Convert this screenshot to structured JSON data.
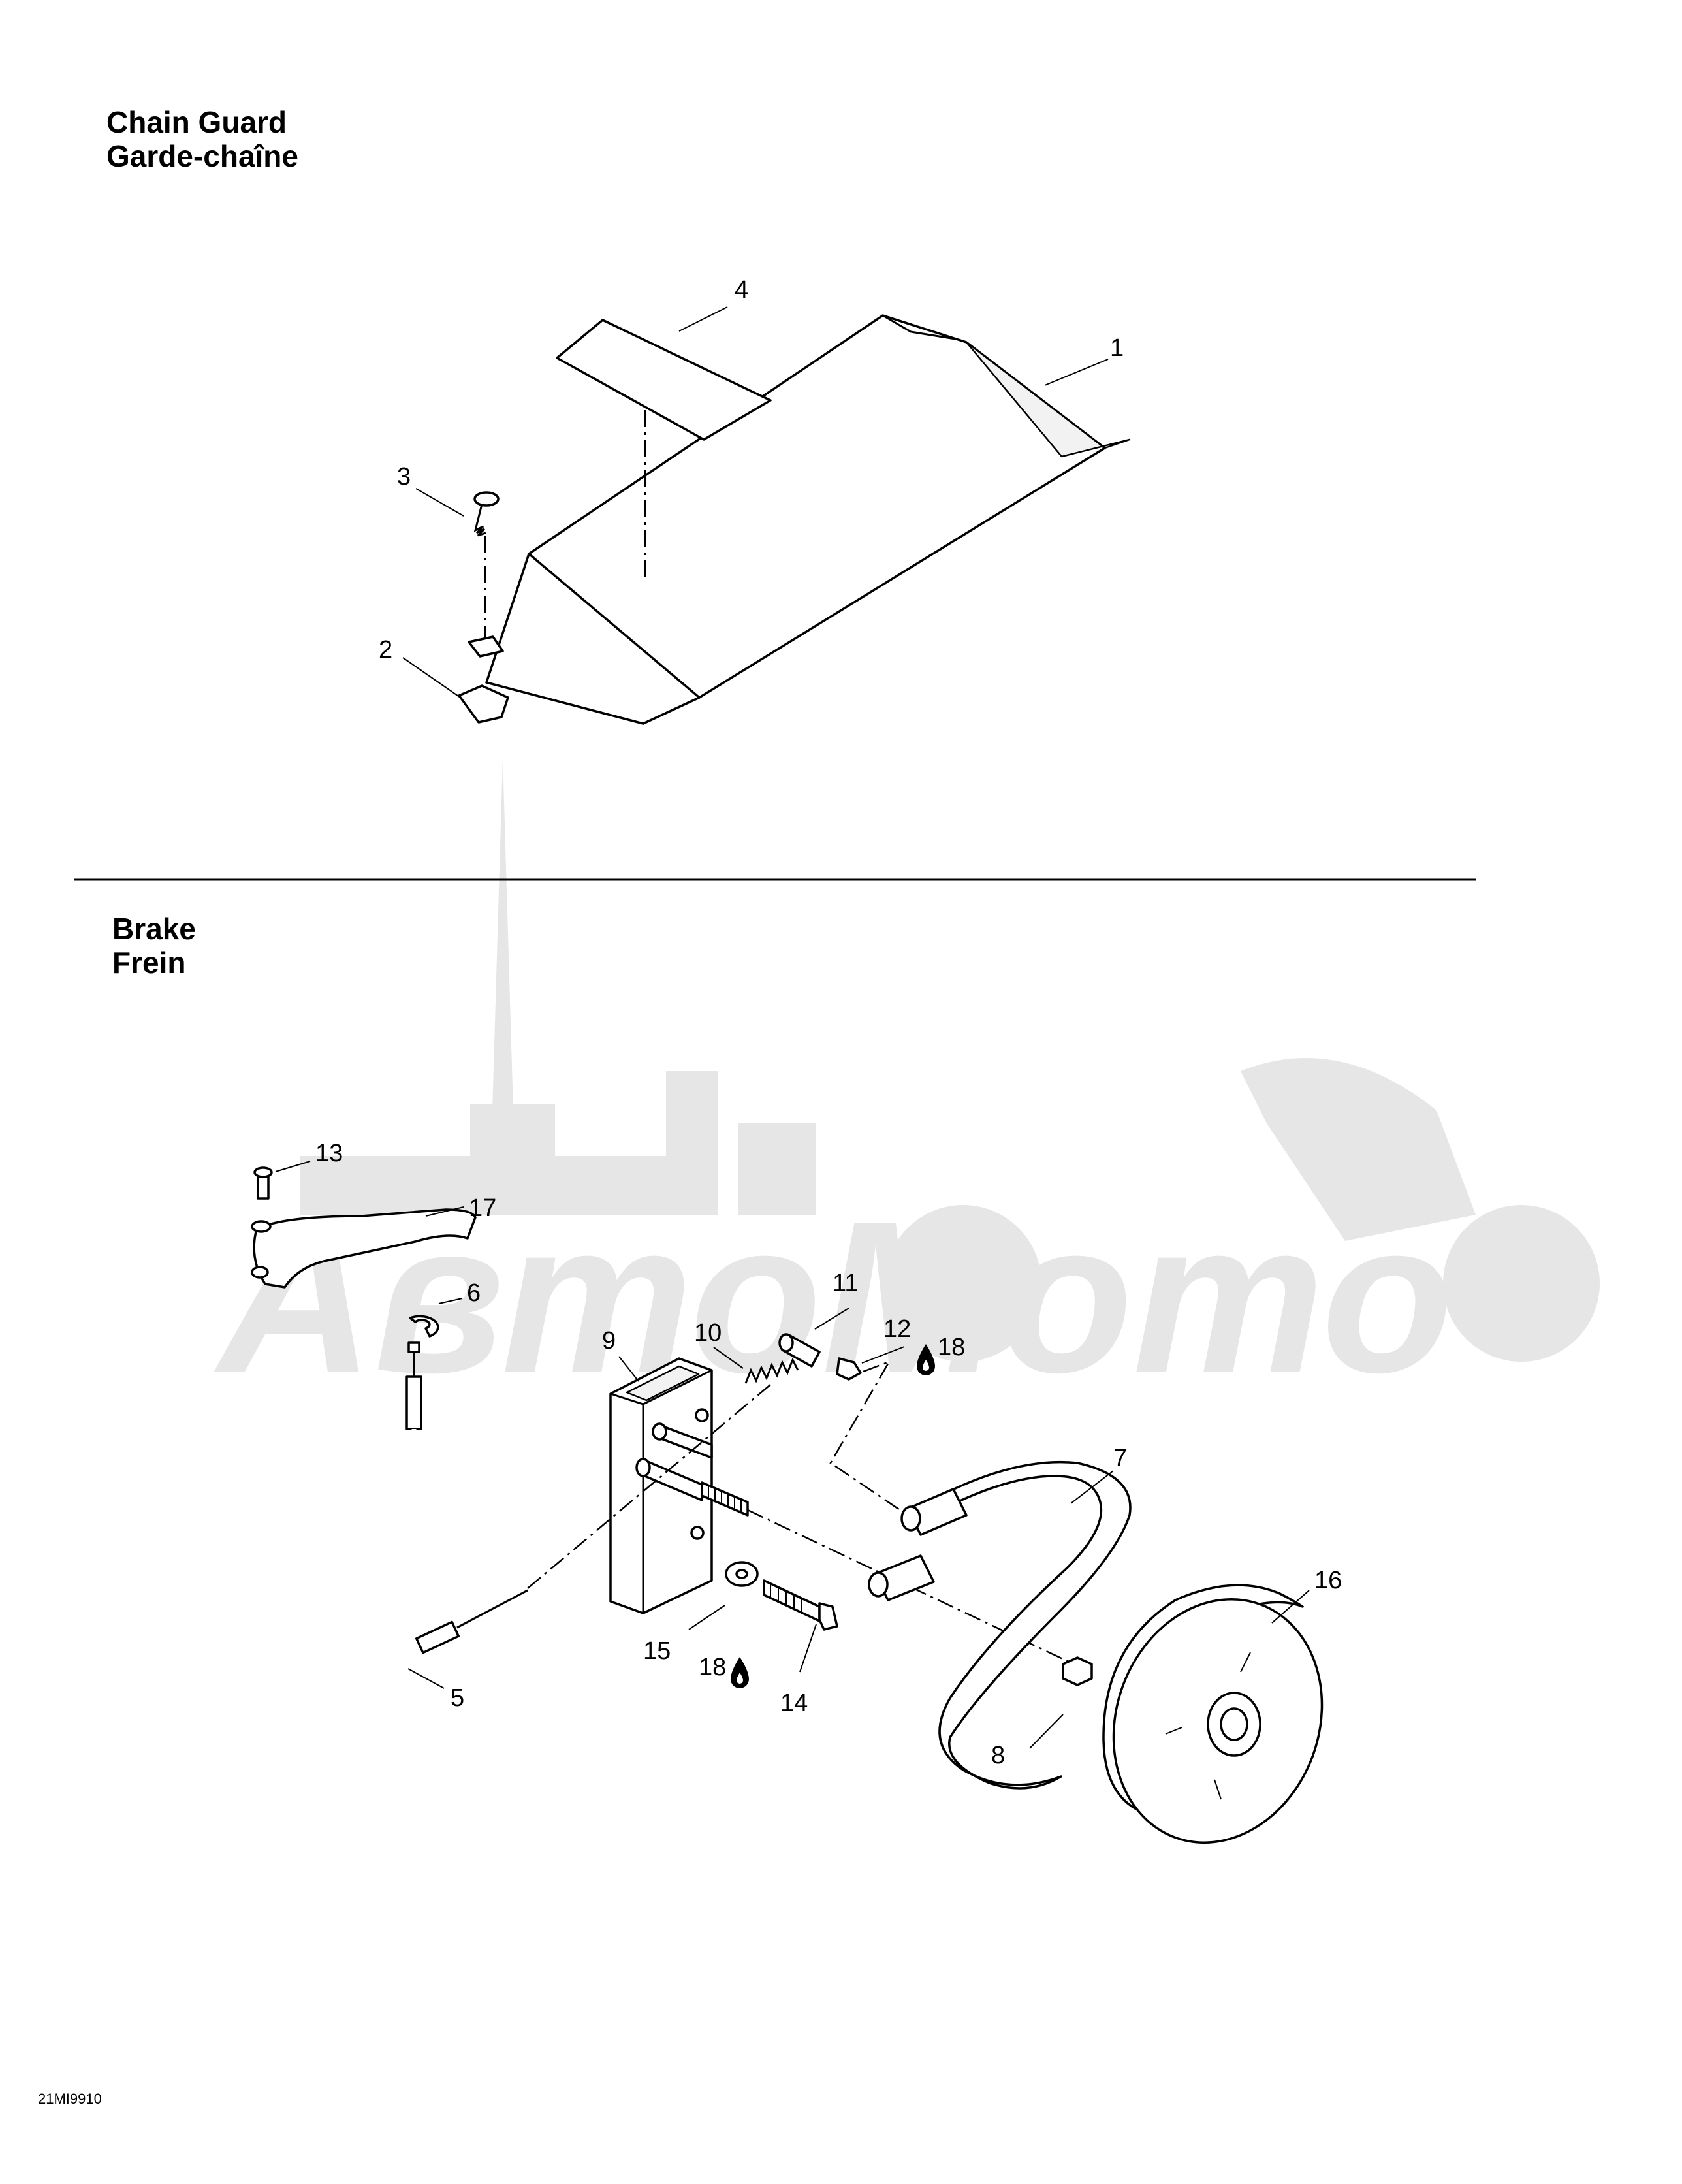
{
  "sections": {
    "chain_guard": {
      "title_en": "Chain Guard",
      "title_fr": "Garde-chaîne"
    },
    "brake": {
      "title_en": "Brake",
      "title_fr": "Frein"
    }
  },
  "callouts": {
    "p1": "1",
    "p2": "2",
    "p3": "3",
    "p4": "4",
    "p5": "5",
    "p6": "6",
    "p7": "7",
    "p8": "8",
    "p9": "9",
    "p10": "10",
    "p11": "11",
    "p12": "12",
    "p13": "13",
    "p14": "14",
    "p15": "15",
    "p16": "16",
    "p17": "17",
    "p18a": "18",
    "p18b": "18"
  },
  "footer": {
    "code": "21MI9910"
  },
  "watermark": {
    "text": "АвтоМото"
  },
  "colors": {
    "ink": "#000000",
    "paper": "#ffffff",
    "watermark": "#e6e6e6"
  }
}
